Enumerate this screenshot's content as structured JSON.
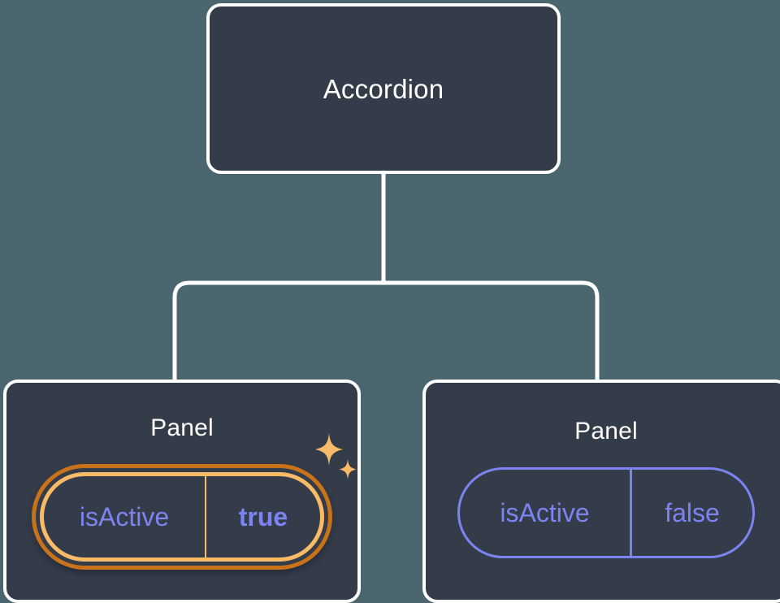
{
  "canvas": {
    "background_color": "#4c6670",
    "node_fill_color": "#343b49",
    "node_border_color": "#ffffff",
    "connector_color": "#ffffff",
    "accent_purple": "#7b84f0",
    "highlight_outer_orange": "#c8721a",
    "highlight_inner_amber": "#f9bb68"
  },
  "tree": {
    "root": {
      "title": "Accordion"
    },
    "children": [
      {
        "title": "Panel",
        "highlighted": true,
        "prop": {
          "key": "isActive",
          "value": "true"
        },
        "sparkle_icon": "sparkles-icon"
      },
      {
        "title": "Panel",
        "highlighted": false,
        "prop": {
          "key": "isActive",
          "value": "false"
        }
      }
    ]
  }
}
